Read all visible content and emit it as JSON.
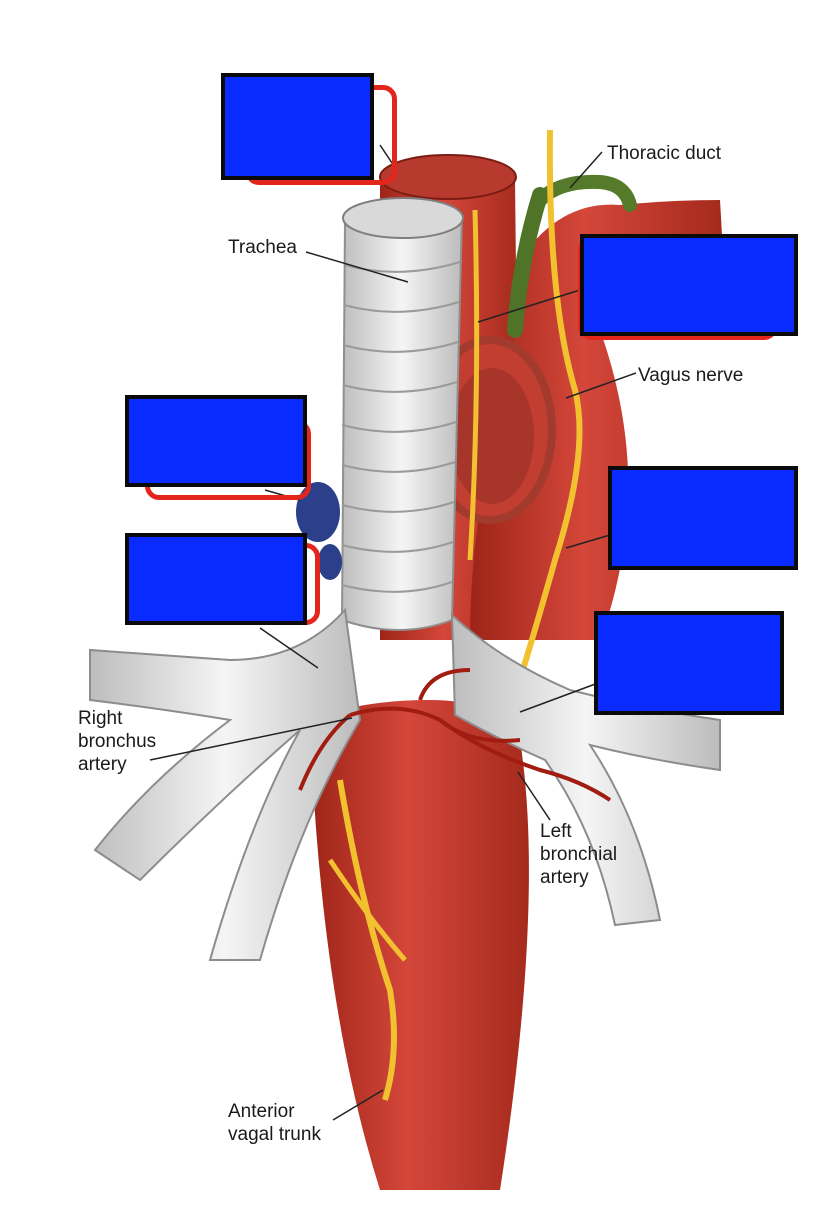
{
  "labels": {
    "thoracic_duct": "Thoracic duct",
    "trachea": "Trachea",
    "vagus_nerve": "Vagus nerve",
    "right_bronchus_artery": "Right\nbronchus\nartery",
    "left_bronchial_artery": "Left\nbronchial\nartery",
    "anterior_vagal_trunk": "Anterior\nvagal trunk"
  },
  "colors": {
    "mask_fill": "#0a2bff",
    "mask_border": "#0a0a0a",
    "highlight_frame": "#e3261c",
    "muscle": "#c8392b",
    "nerve": "#f2c130",
    "cartilage": "#e6e6e6"
  }
}
